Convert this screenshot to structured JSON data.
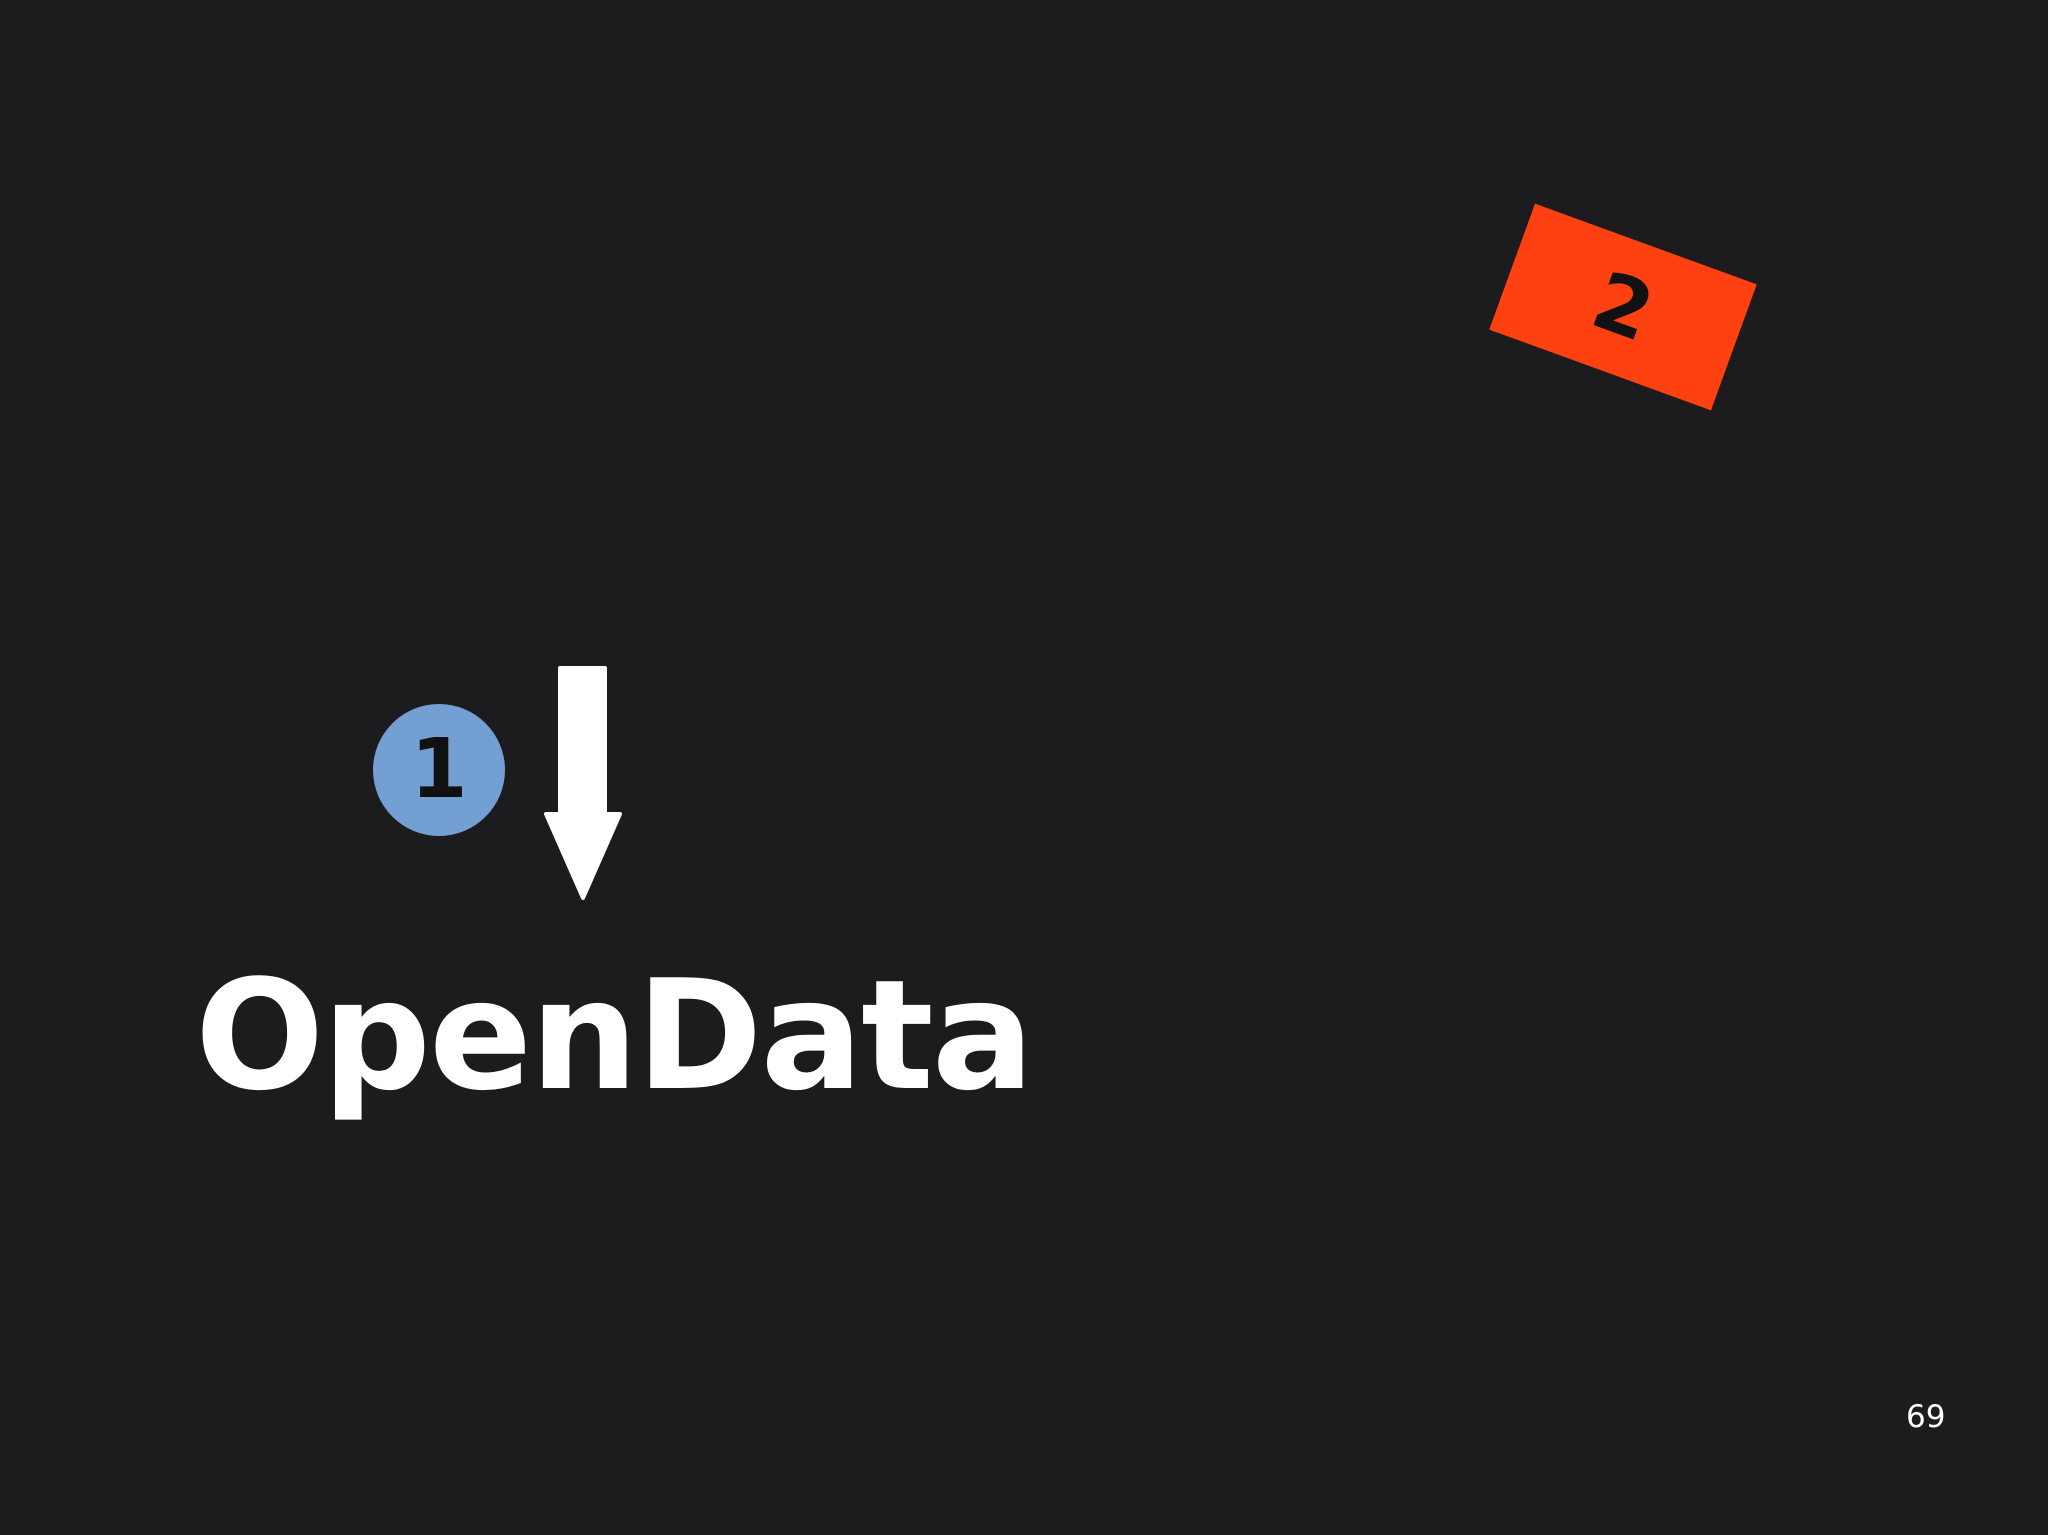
{
  "slide": {
    "badge_1": "1",
    "badge_2": "2",
    "title": "OpenData",
    "page_number": "69"
  },
  "colors": {
    "background": "#1c1b1d",
    "badge_1": "#739fd2",
    "badge_2": "#ff4010",
    "text": "#ffffff",
    "badge_text": "#111111"
  },
  "icons": {
    "arrow": "down-arrow-icon"
  }
}
